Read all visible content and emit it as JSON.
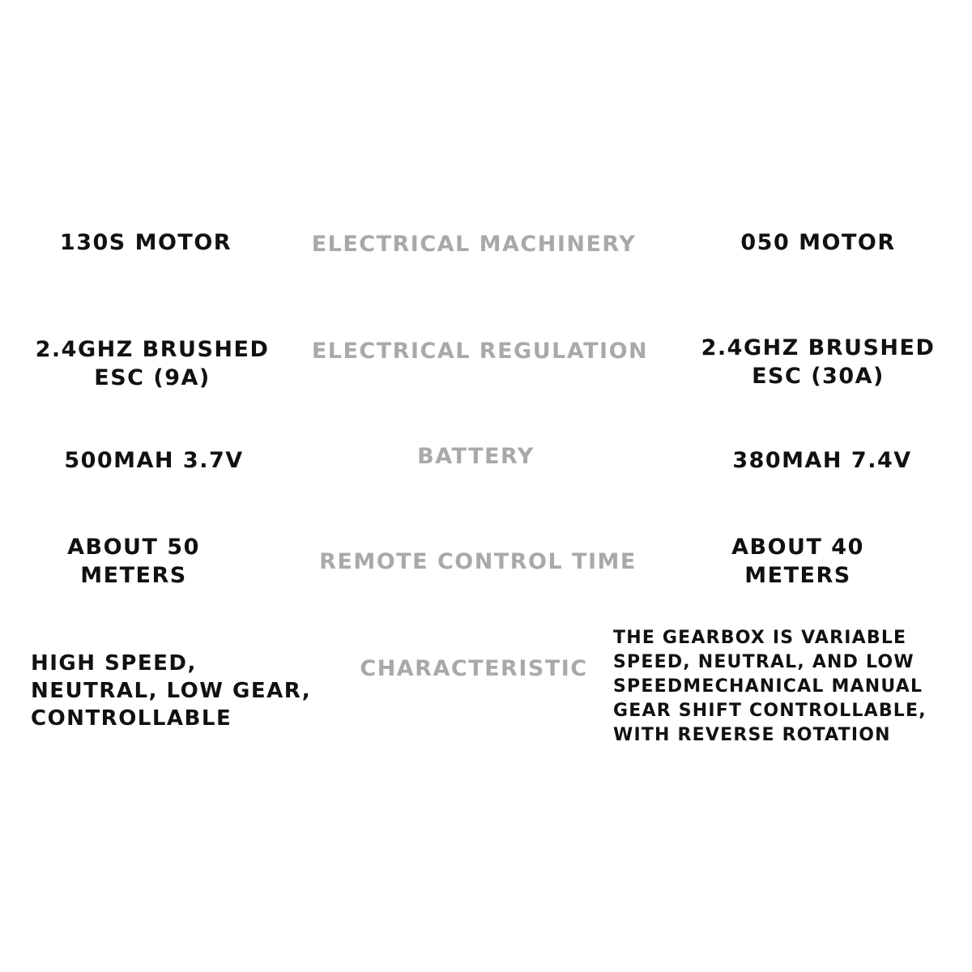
{
  "rows": [
    {
      "label": "ELECTRICAL MACHINERY",
      "left": "130S MOTOR",
      "right": "050 MOTOR"
    },
    {
      "label": "ELECTRICAL REGULATION",
      "left": "2.4GHZ BRUSHED\nESC (9A)",
      "right": "2.4GHZ BRUSHED\nESC (30A)"
    },
    {
      "label": "BATTERY",
      "left": "500MAH 3.7V",
      "right": "380MAH 7.4V"
    },
    {
      "label": "REMOTE CONTROL TIME",
      "left": "ABOUT 50\nMETERS",
      "right": "ABOUT 40\nMETERS"
    },
    {
      "label": "CHARACTERISTIC",
      "left": "HIGH SPEED,\nNEUTRAL, LOW GEAR,\nCONTROLLABLE",
      "right": "THE GEARBOX IS VARIABLE\nSPEED, NEUTRAL, AND LOW\nSPEEDMECHANICAL MANUAL\nGEAR SHIFT CONTROLLABLE,\nWITH REVERSE ROTATION"
    }
  ],
  "colors": {
    "value_text": "#111111",
    "label_text": "#a9a9a9",
    "background": "#ffffff"
  }
}
